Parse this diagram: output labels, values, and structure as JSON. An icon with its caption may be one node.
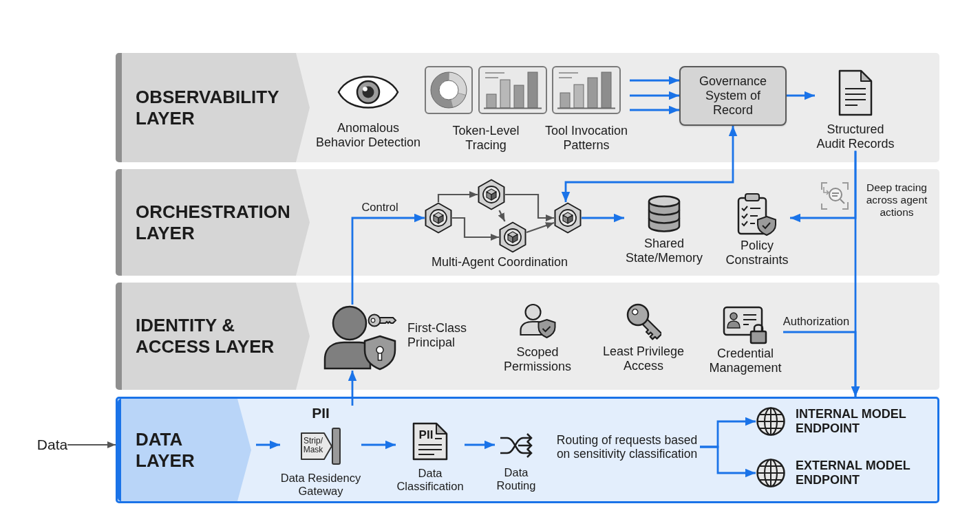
{
  "diagram": {
    "nodes": [
      {
        "text": [
          "OBSERVABILITY LAYER"
        ]
      },
      {
        "text": [
          "Anomalous Behavior Detection"
        ],
        "in": 0
      },
      {
        "text": [
          "Token-Level Tracing"
        ],
        "in": 0
      },
      {
        "text": [
          "Tool Invocation Patterns"
        ],
        "in": 0
      },
      {
        "text": [
          "Governance System of Record"
        ],
        "in": 0
      },
      {
        "text": [
          "Structured Audit Records"
        ],
        "in": 0
      },
      {
        "text": [
          "ORCHESTRATION LAYER"
        ]
      },
      {
        "text": [],
        "shape": "hexagon",
        "in": 6
      },
      {
        "text": [],
        "shape": "hexagon",
        "in": 6
      },
      {
        "text": [],
        "shape": "hexagon",
        "in": 6
      },
      {
        "text": [],
        "shape": "hexagon",
        "in": 6
      },
      {
        "text": [
          "Shared State/Memory"
        ],
        "in": 6
      },
      {
        "text": [
          "Policy Constraints"
        ],
        "in": 6
      },
      {
        "text": [
          "IDENTITY & ACCESS LAYER"
        ]
      },
      {
        "text": [
          "First-Class Principal"
        ],
        "in": 13
      },
      {
        "text": [
          "Scoped Permissions"
        ],
        "in": 13
      },
      {
        "text": [
          "Least Privilege Access"
        ],
        "in": 13
      },
      {
        "text": [
          "Credential Management"
        ],
        "in": 13
      },
      {
        "text": [
          "DATA LAYER"
        ]
      },
      {
        "text": [
          "PII",
          "Strip/ Mask",
          "Data Residency Gateway"
        ],
        "in": 18
      },
      {
        "text": [
          "PII",
          "Data Classification"
        ],
        "in": 18
      },
      {
        "text": [
          "Data Routing"
        ],
        "in": 18
      },
      {
        "text": [
          "Routing of requests based on sensitivity classification"
        ],
        "in": 18
      },
      {
        "text": [
          "INTERNAL MODEL ENDPOINT"
        ],
        "in": 18
      },
      {
        "text": [
          "EXTERNAL MODEL ENDPOINT"
        ],
        "in": 18
      },
      {
        "text": [
          "Data"
        ]
      }
    ],
    "edges": [
      {
        "from": 3,
        "to": 4,
        "arrow": "to"
      },
      {
        "from": 3,
        "to": 4,
        "arrow": "to"
      },
      {
        "from": 3,
        "to": 4,
        "arrow": "to"
      },
      {
        "from": 4,
        "to": 5,
        "arrow": "to"
      },
      {
        "from": 5,
        "to": 12,
        "arrow": "to"
      },
      {
        "from": 5,
        "to": 18,
        "arrow": "to"
      },
      {
        "from": 17,
        "to": 18,
        "arrow": "to",
        "label": "Authorization"
      },
      {
        "from": 14,
        "to": 7,
        "arrow": "to",
        "label": "Control"
      },
      {
        "from": 19,
        "to": 14,
        "arrow": "to"
      },
      {
        "from": 4,
        "to": 10,
        "arrow": "both"
      },
      {
        "from": 10,
        "to": 11,
        "arrow": "to"
      },
      {
        "from": 7,
        "to": 8,
        "arrow": "to",
        "color": "#555555"
      },
      {
        "from": 7,
        "to": 9,
        "arrow": "to",
        "color": "#555555"
      },
      {
        "from": 8,
        "to": 9,
        "arrow": "to",
        "color": "#555555"
      },
      {
        "from": 8,
        "to": 10,
        "arrow": "to",
        "color": "#555555"
      },
      {
        "from": 9,
        "to": 10,
        "arrow": "to",
        "color": "#555555"
      },
      {
        "from": null,
        "to": 19,
        "arrow": "to"
      },
      {
        "from": 19,
        "to": 20,
        "arrow": "to"
      },
      {
        "from": 20,
        "to": 21,
        "arrow": "to"
      },
      {
        "from": 22,
        "to": 23,
        "arrow": "to"
      },
      {
        "from": 22,
        "to": 24,
        "arrow": "to"
      },
      {
        "from": 25,
        "to": 18,
        "arrow": "to",
        "color": "#555555"
      }
    ],
    "labels": [
      "Deep tracing across agent actions",
      "Multi-Agent Coordination"
    ]
  }
}
